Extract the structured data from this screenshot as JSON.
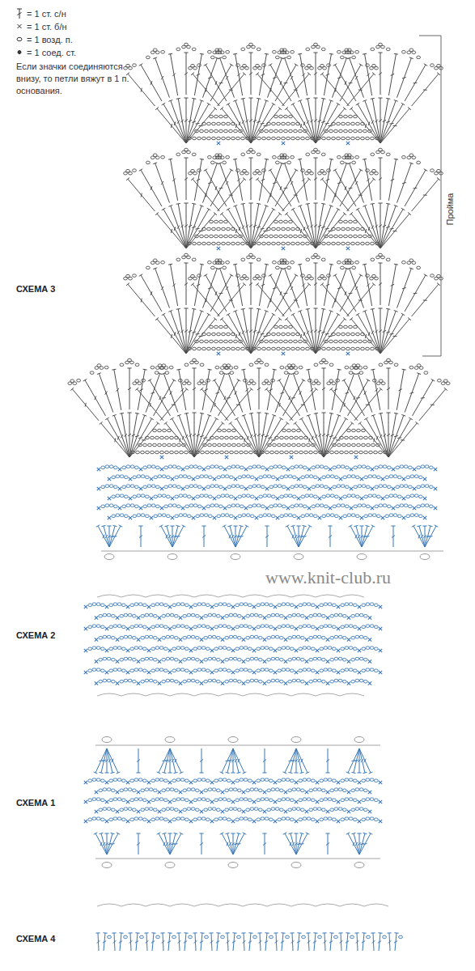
{
  "diagram": {
    "labels": [
      "Если значки соединяются внизу, то петли вяжут в 1 п. основания.",
      "Пройма",
      "СХЕМА 3",
      "www.knit-club.ru",
      "СХЕМА 2",
      "СХЕМА 1",
      "СХЕМА 4"
    ],
    "legend": [
      {
        "text": "= 1 ст. с/н"
      },
      {
        "text": "= 1 ст. б/н"
      },
      {
        "text": "= 1 возд. п."
      },
      {
        "text": "= 1 соед. ст."
      }
    ]
  }
}
